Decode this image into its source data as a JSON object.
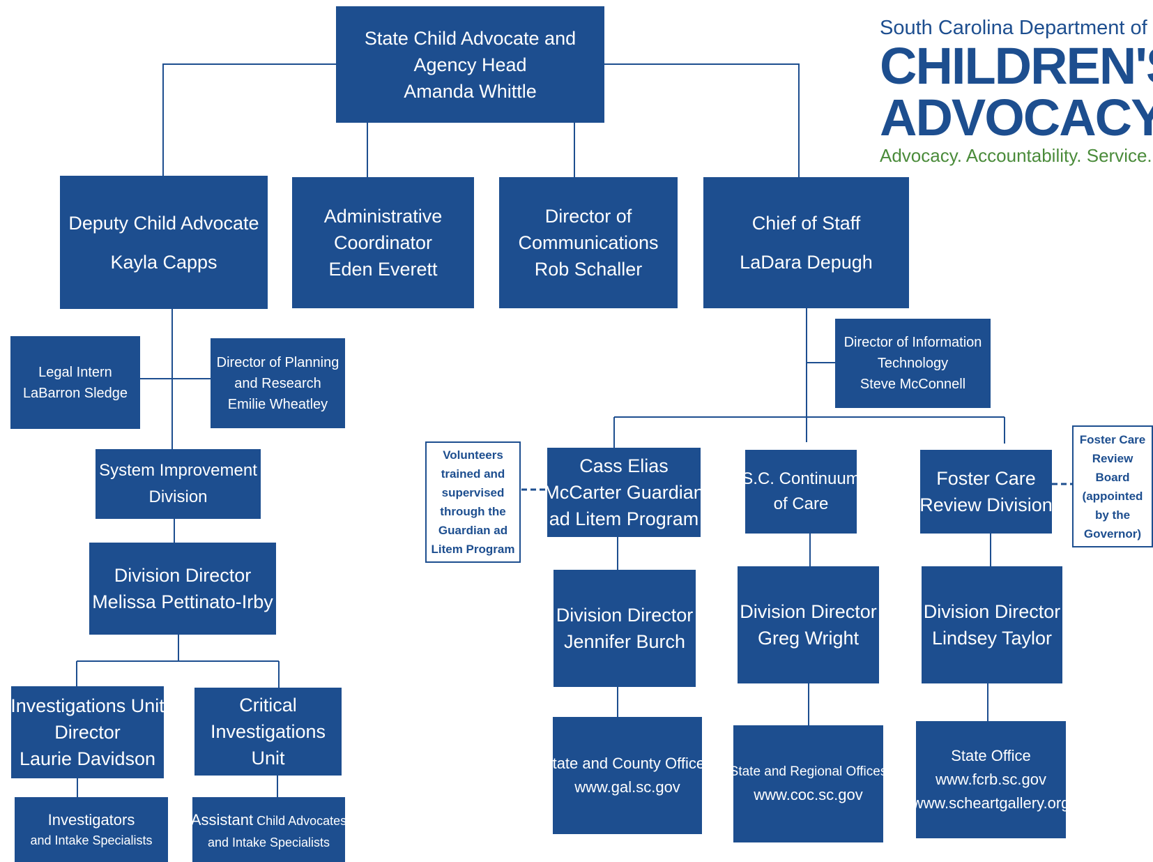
{
  "logo": {
    "line1": "South Carolina Department of",
    "line2": "CHILDREN'S",
    "line3": "ADVOCACY",
    "tagline": "Advocacy. Accountability. Service.",
    "colors": {
      "brand_blue": "#1d4e8f",
      "tagline_green": "#4a8b3a"
    }
  },
  "org_chart": {
    "box_color": "#1d4e8f",
    "head": [
      "State Child Advocate and",
      "Agency Head",
      "Amanda Whittle"
    ],
    "deputy": {
      "title": "Deputy Child Advocate",
      "name": "Kayla Capps"
    },
    "admin": [
      "Administrative",
      "Coordinator",
      "Eden Everett"
    ],
    "communications": [
      "Director of",
      "Communications",
      "Rob Schaller"
    ],
    "chief_of_staff": {
      "title": "Chief of Staff",
      "name": "LaDara Depugh"
    },
    "legal_intern": [
      "Legal Intern",
      "LaBarron Sledge"
    ],
    "planning": [
      "Director of Planning",
      "and Research",
      "Emilie Wheatley"
    ],
    "system_improvement": [
      "System Improvement",
      "Division"
    ],
    "si_director": [
      "Division Director",
      "Melissa Pettinato-Irby"
    ],
    "investigations_unit": [
      "Investigations Unit",
      "Director",
      "Laurie Davidson"
    ],
    "critical_investigations": [
      "Critical",
      "Investigations",
      "Unit"
    ],
    "investigators": {
      "line1": "Investigators",
      "line2": "and Intake Specialists"
    },
    "assistant_advocates": {
      "line1a": "Assistant",
      "line1b": " Child Advocates",
      "line2": "and Intake Specialists"
    },
    "it_director": [
      "Director of Information",
      "Technology",
      "Steve McConnell"
    ],
    "volunteers_note": [
      "Volunteers",
      "trained and",
      "supervised",
      "through the",
      "Guardian ad",
      "Litem Program"
    ],
    "gal_program": [
      "Cass Elias",
      "McCarter Guardian",
      "ad Litem Program"
    ],
    "continuum": [
      "S.C. Continuum",
      "of Care"
    ],
    "fcr_division": [
      "Foster Care",
      "Review Division"
    ],
    "fcr_board_note": [
      "Foster Care",
      "Review",
      "Board",
      "(appointed",
      "by the",
      "Governor)"
    ],
    "gal_director": [
      "Division Director",
      "Jennifer Burch"
    ],
    "coc_director": [
      "Division Director",
      "Greg Wright"
    ],
    "fcr_director": [
      "Division Director",
      "Lindsey Taylor"
    ],
    "gal_offices": [
      "State and County Offices",
      "www.gal.sc.gov"
    ],
    "coc_offices": [
      "State and Regional Offices",
      "www.coc.sc.gov"
    ],
    "fcr_offices": [
      "State Office",
      "www.fcrb.sc.gov",
      "www.scheartgallery.org"
    ]
  }
}
